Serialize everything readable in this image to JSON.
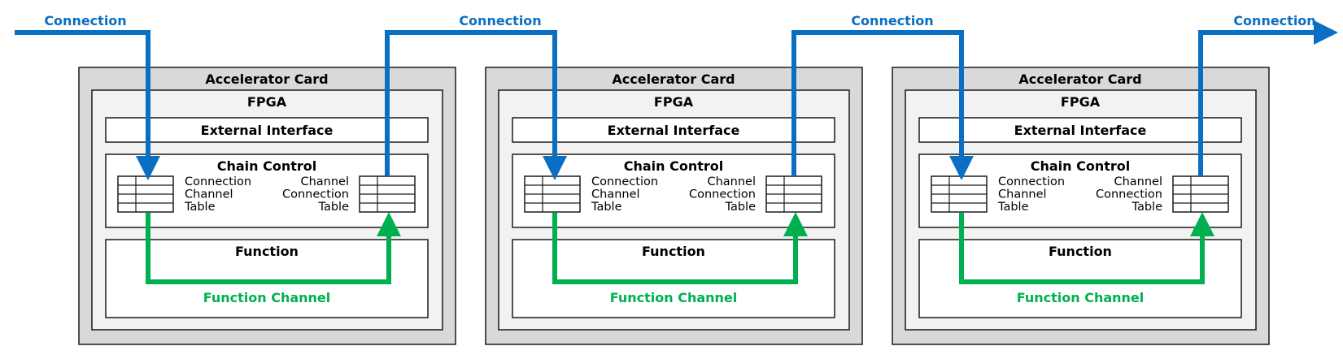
{
  "connection_label": "Connection",
  "function_channel_label": "Function Channel",
  "colors": {
    "connection": "#0a6fc2",
    "function_channel": "#00b050",
    "card_fill": "#d9d9d9",
    "fpga_fill": "#f2f2f2",
    "box_fill": "#ffffff",
    "stroke": "#1a1a1a"
  },
  "cards": [
    {
      "card_title": "Accelerator Card",
      "fpga_title": "FPGA",
      "external_interface": "External Interface",
      "chain_control": "Chain Control",
      "left_table_lines": [
        "Connection",
        "Channel",
        "Table"
      ],
      "right_table_lines": [
        "Channel",
        "Connection",
        "Table"
      ],
      "function": "Function",
      "function_channel": "Function Channel"
    },
    {
      "card_title": "Accelerator Card",
      "fpga_title": "FPGA",
      "external_interface": "External Interface",
      "chain_control": "Chain Control",
      "left_table_lines": [
        "Connection",
        "Channel",
        "Table"
      ],
      "right_table_lines": [
        "Channel",
        "Connection",
        "Table"
      ],
      "function": "Function",
      "function_channel": "Function Channel"
    },
    {
      "card_title": "Accelerator Card",
      "fpga_title": "FPGA",
      "external_interface": "External Interface",
      "chain_control": "Chain Control",
      "left_table_lines": [
        "Connection",
        "Channel",
        "Table"
      ],
      "right_table_lines": [
        "Channel",
        "Connection",
        "Table"
      ],
      "function": "Function",
      "function_channel": "Function Channel"
    }
  ],
  "connection_labels": [
    "Connection",
    "Connection",
    "Connection",
    "Connection"
  ]
}
